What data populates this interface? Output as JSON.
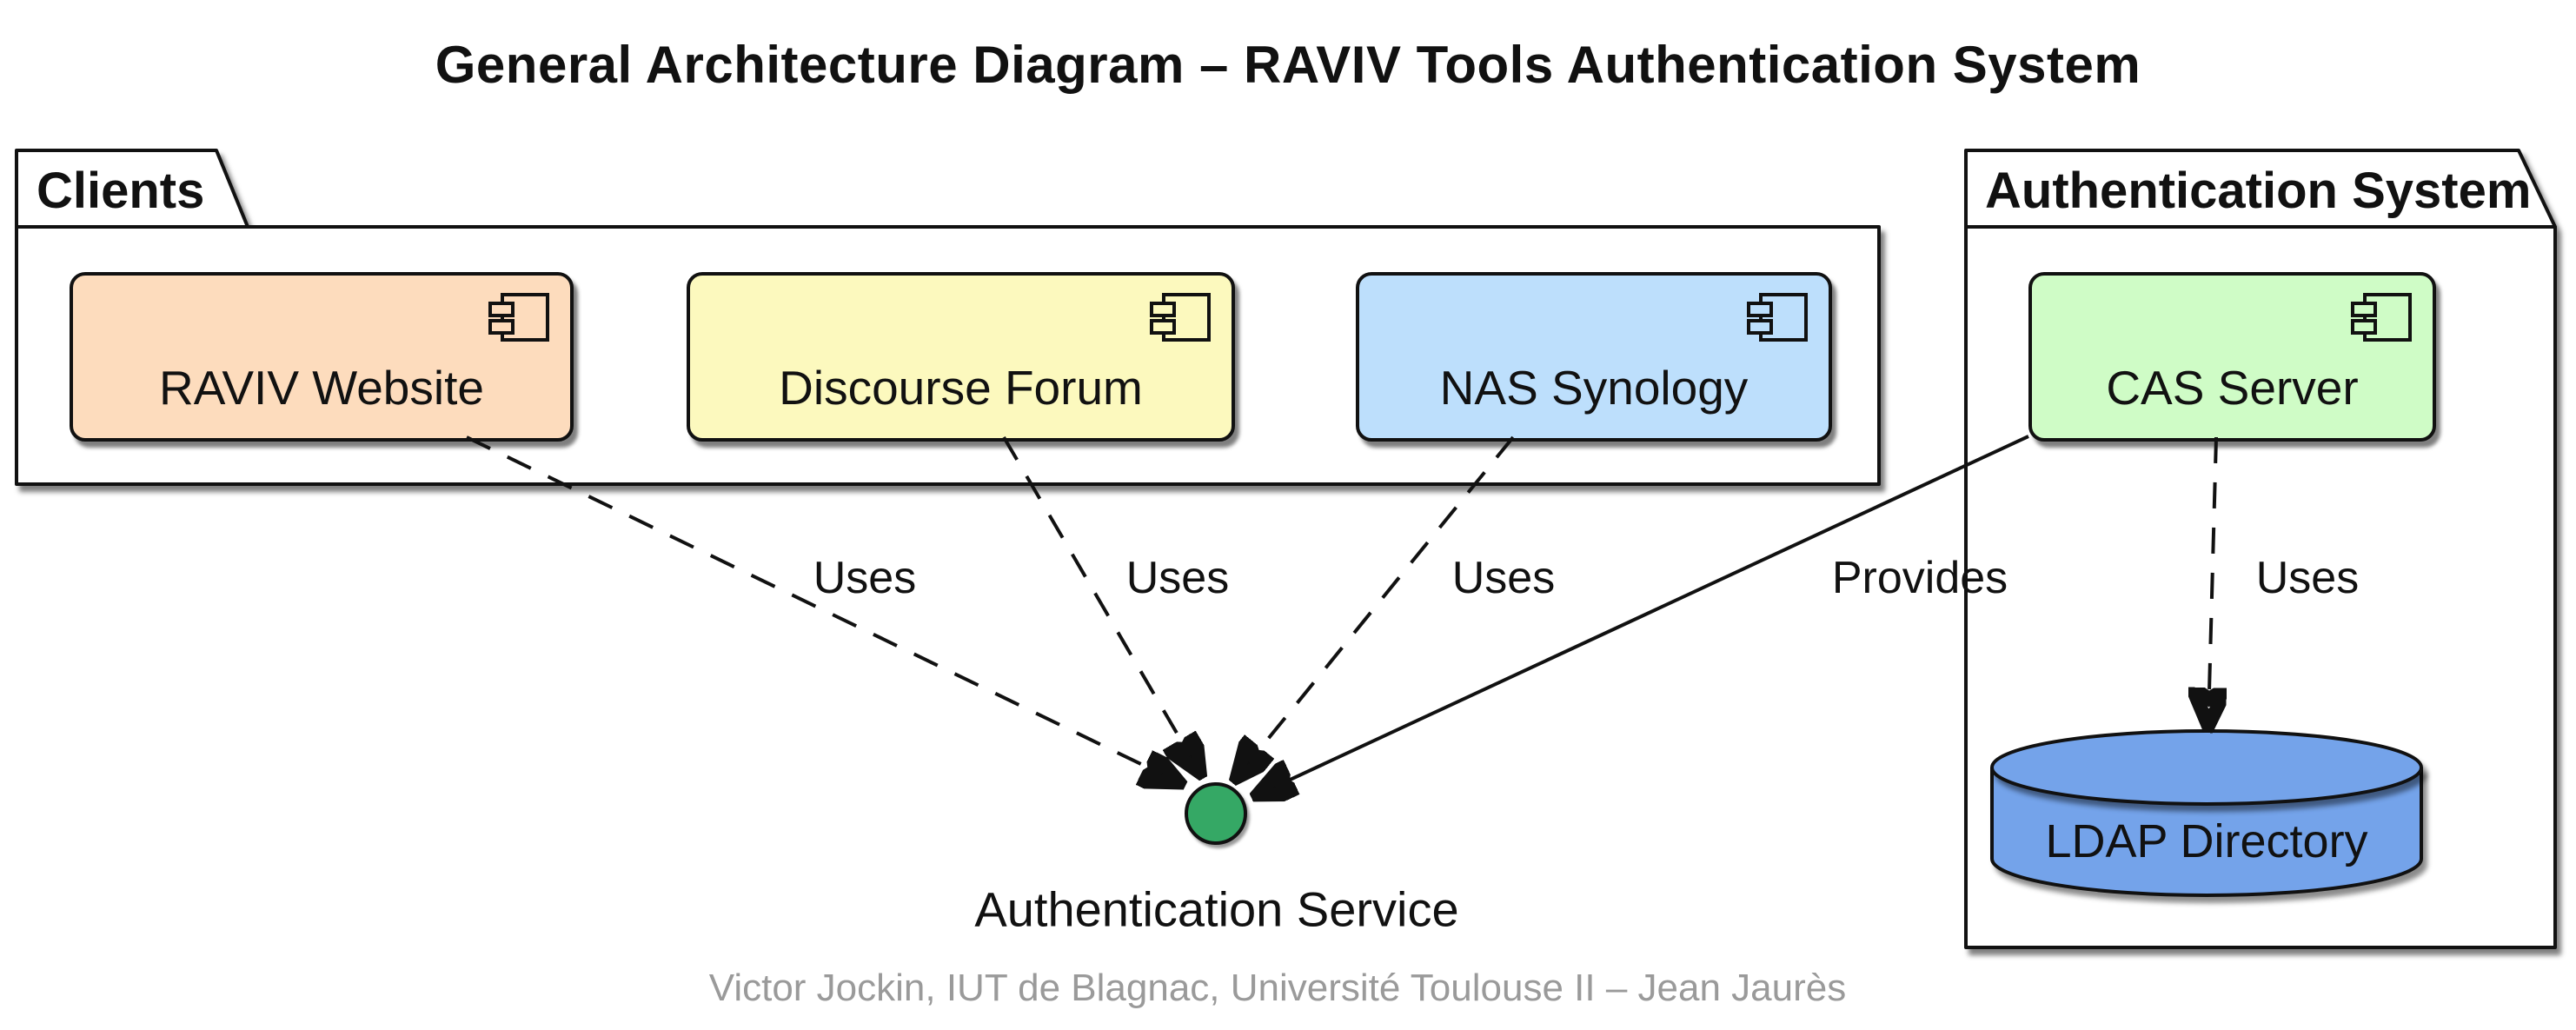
{
  "title": "General Architecture Diagram – RAVIV Tools Authentication System",
  "packages": {
    "clients": {
      "label": "Clients"
    },
    "auth": {
      "label": "Authentication System"
    }
  },
  "components": {
    "raviv": {
      "label": "RAVIV Website",
      "color": "#FDDCBD"
    },
    "discourse": {
      "label": "Discourse Forum",
      "color": "#FCF9BE"
    },
    "nas": {
      "label": "NAS Synology",
      "color": "#BDDFFC"
    },
    "cas": {
      "label": "CAS Server",
      "color": "#CFFCC6"
    }
  },
  "database": {
    "label": "LDAP Directory",
    "color": "#74A3EA"
  },
  "service": {
    "label": "Authentication Service",
    "color": "#35A865"
  },
  "edges": {
    "raviv_uses": {
      "label": "Uses"
    },
    "discourse_uses": {
      "label": "Uses"
    },
    "nas_uses": {
      "label": "Uses"
    },
    "cas_provides": {
      "label": "Provides"
    },
    "cas_uses_ldap": {
      "label": "Uses"
    }
  },
  "footer": {
    "text": "Victor Jockin, IUT de Blagnac, Université Toulouse II – Jean Jaurès",
    "color": "#9A9A9A"
  }
}
